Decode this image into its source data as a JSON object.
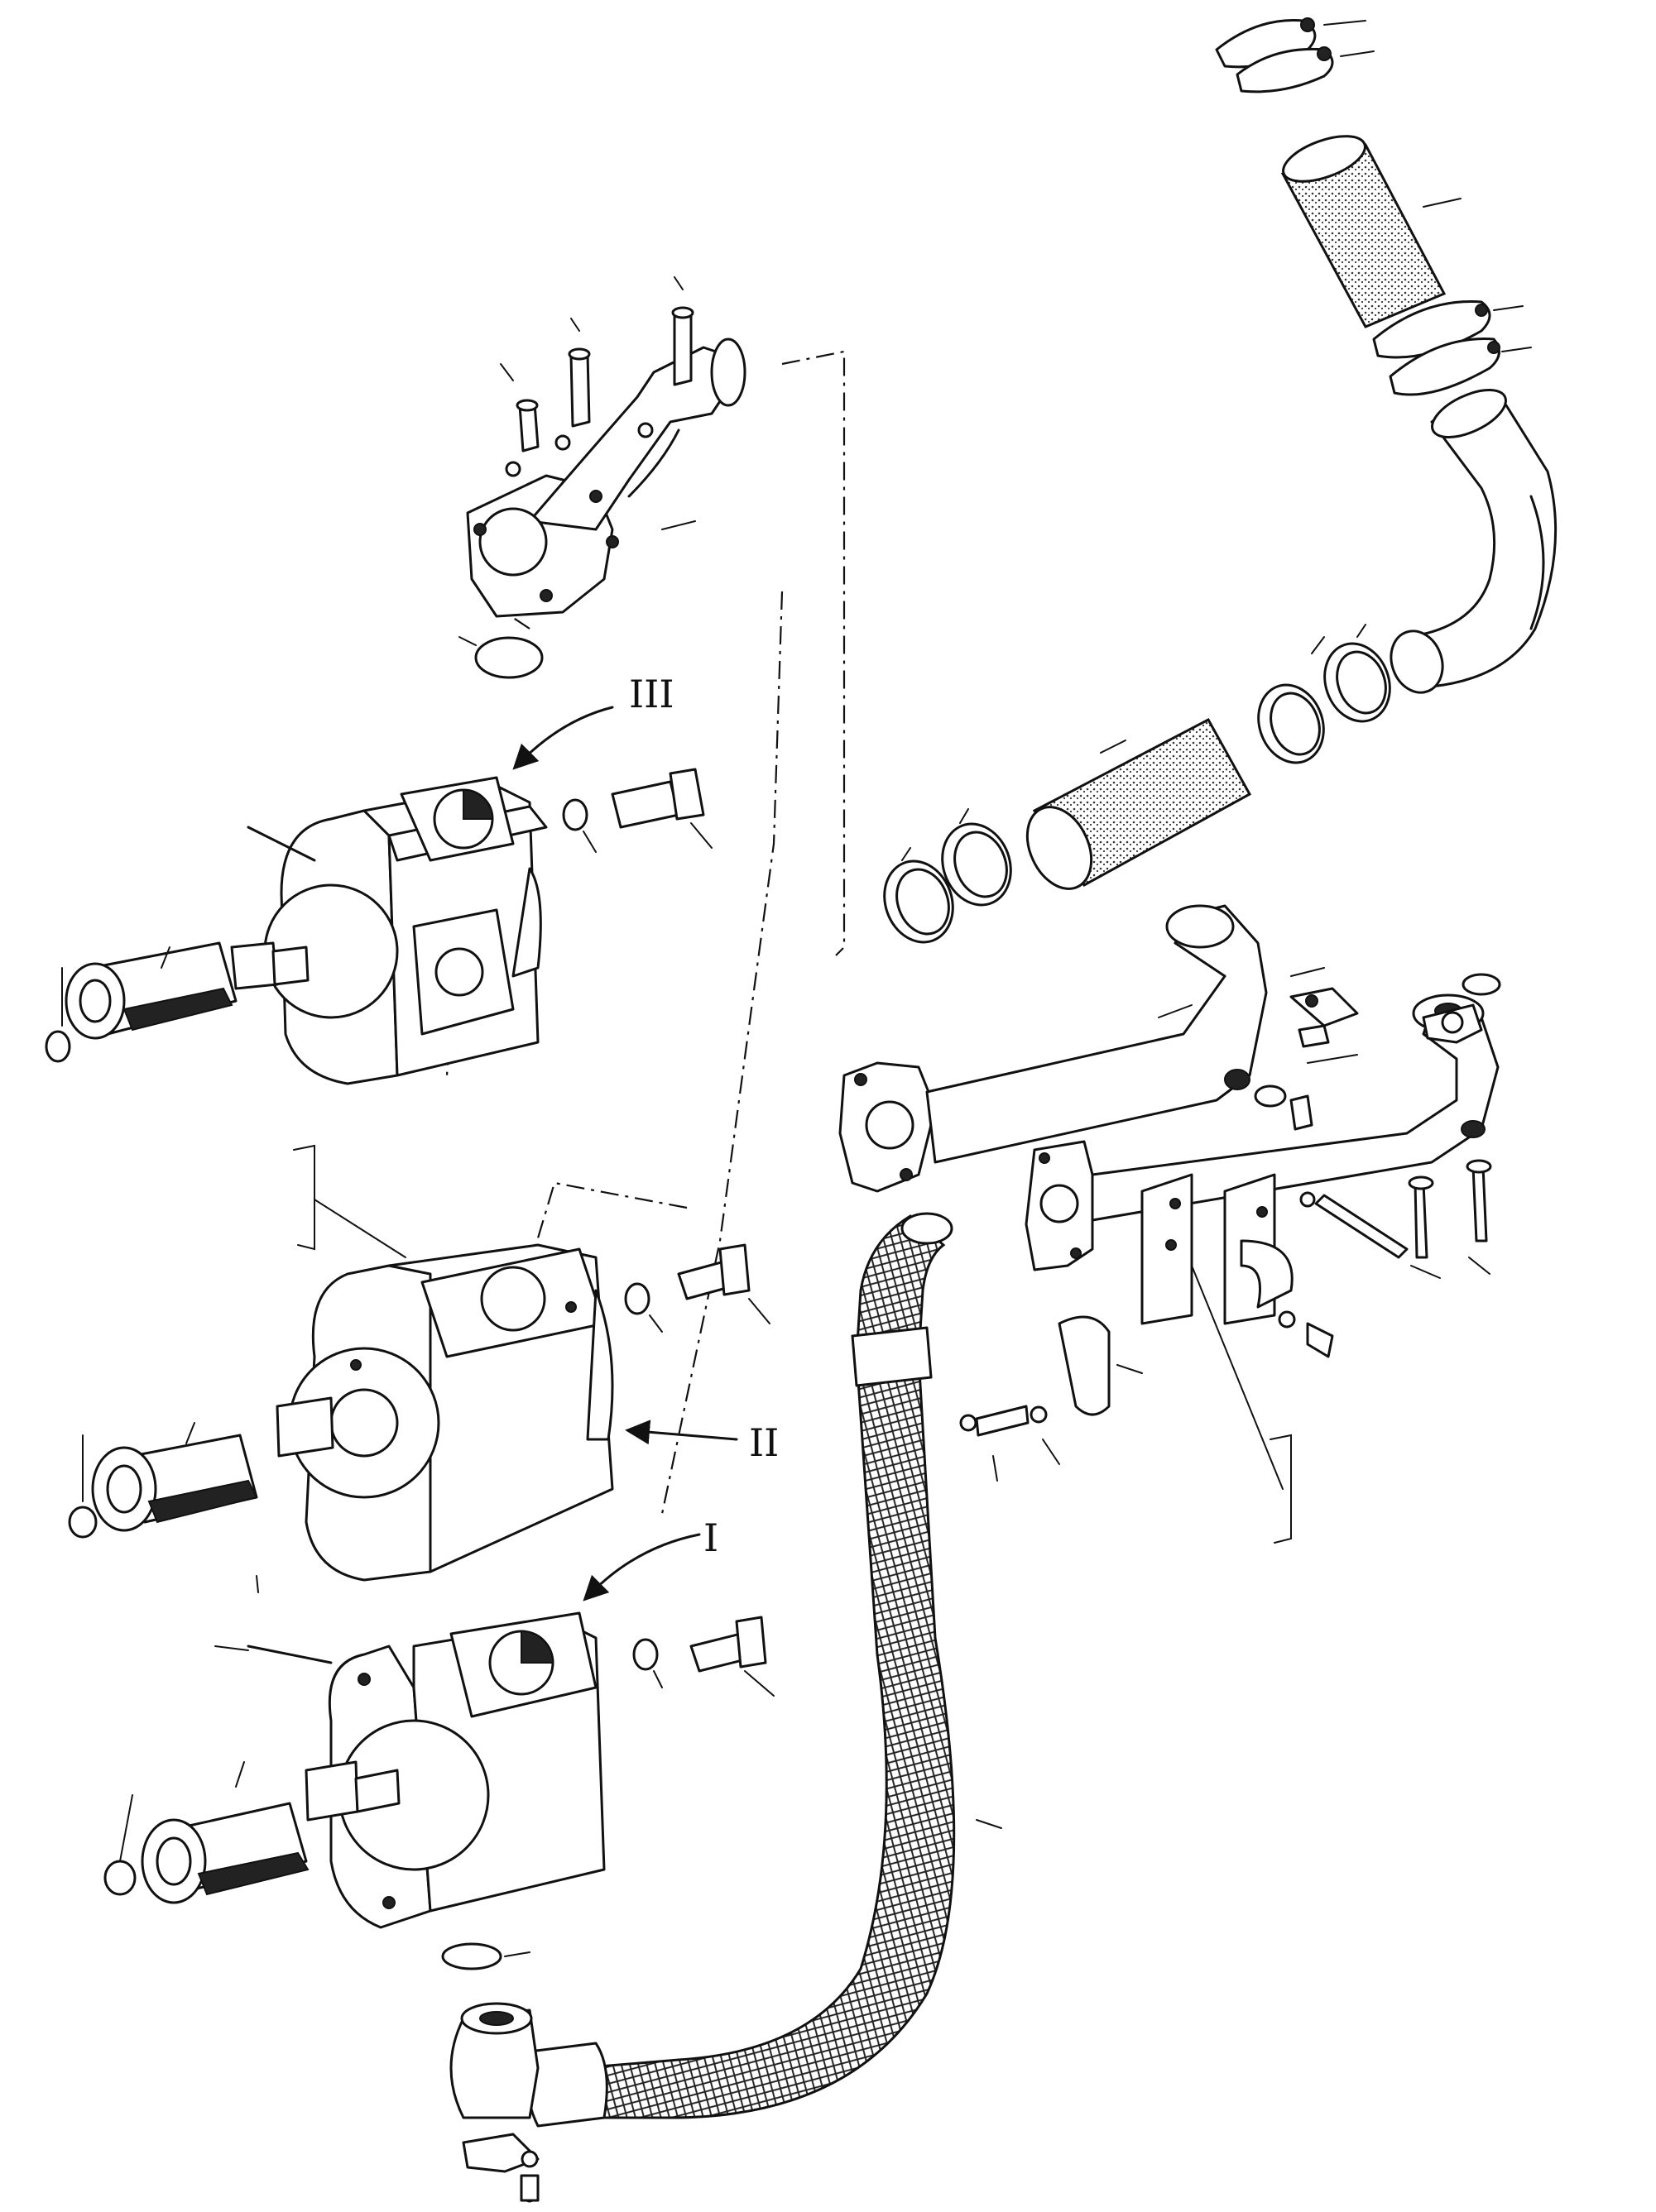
{
  "diagram": {
    "pump_labels": {
      "pump_1": "I",
      "pump_2": "II",
      "pump_3": "III"
    }
  }
}
